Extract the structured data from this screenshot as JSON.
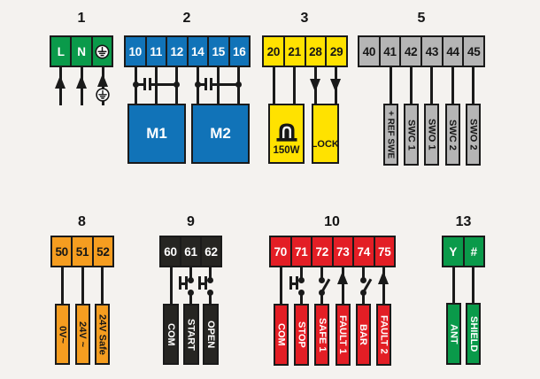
{
  "palette": {
    "background": "#f4f2ef",
    "green": "#0a9a4a",
    "blue": "#1173b8",
    "yellow": "#ffe200",
    "gray": "#b5b5b5",
    "orange": "#f59d20",
    "black": "#262522",
    "red": "#e31e25",
    "wire": "#1a1a1a"
  },
  "groups": {
    "g1": {
      "label": "1",
      "t": [
        "L",
        "N"
      ],
      "symbols": [
        "up-arrow",
        "up-arrow",
        "earth-ground"
      ]
    },
    "g2": {
      "label": "2",
      "t": [
        "10",
        "11",
        "12",
        "14",
        "15",
        "16"
      ],
      "motors": [
        "M1",
        "M2"
      ],
      "symbols": [
        "capacitor",
        "capacitor"
      ]
    },
    "g3": {
      "label": "3",
      "t": [
        "20",
        "21",
        "28",
        "29"
      ],
      "lamp_label": "150W",
      "lock_label": "LOCK",
      "symbols": [
        "flasher-lamp",
        "down-arrow",
        "down-arrow"
      ]
    },
    "g5": {
      "label": "5",
      "t": [
        "40",
        "41",
        "42",
        "43",
        "44",
        "45"
      ],
      "b": [
        "+ REF SWE",
        "SWC 1",
        "SWO 1",
        "SWC 2",
        "SWO 2"
      ]
    },
    "g8": {
      "label": "8",
      "t": [
        "50",
        "51",
        "52"
      ],
      "b": [
        "0V~",
        "24V ~",
        "24V Safe"
      ]
    },
    "g9": {
      "label": "9",
      "t": [
        "60",
        "61",
        "62"
      ],
      "b": [
        "COM",
        "START",
        "OPEN"
      ],
      "symbols": [
        "push-button",
        "push-button"
      ]
    },
    "g10": {
      "label": "10",
      "t": [
        "70",
        "71",
        "72",
        "73",
        "74",
        "75"
      ],
      "b": [
        "COM",
        "STOP",
        "SAFE 1",
        "FAULT 1",
        "BAR",
        "FAULT 2"
      ],
      "symbols": [
        "push-button",
        "nc-contact",
        "up-arrow",
        "nc-contact",
        "up-arrow"
      ]
    },
    "g13": {
      "label": "13",
      "t": [
        "Y",
        "#"
      ],
      "b": [
        "ANT",
        "SHIELD"
      ]
    }
  }
}
